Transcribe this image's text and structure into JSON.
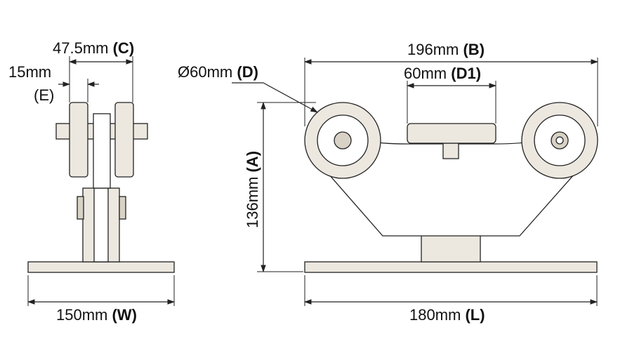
{
  "dimensions": {
    "C": {
      "value": "47.5mm",
      "code": "(C)"
    },
    "E": {
      "value": "15mm",
      "code": "(E)"
    },
    "W": {
      "value": "150mm",
      "code": "(W)"
    },
    "D": {
      "value": "Ø60mm",
      "code": "(D)"
    },
    "B": {
      "value": "196mm",
      "code": "(B)"
    },
    "D1": {
      "value": "60mm",
      "code": "(D1)"
    },
    "A": {
      "value": "136mm",
      "code": "(A)"
    },
    "L": {
      "value": "180mm",
      "code": "(L)"
    }
  },
  "colors": {
    "line": "#222222",
    "part_fill": "#ece8e0",
    "background": "#ffffff"
  }
}
